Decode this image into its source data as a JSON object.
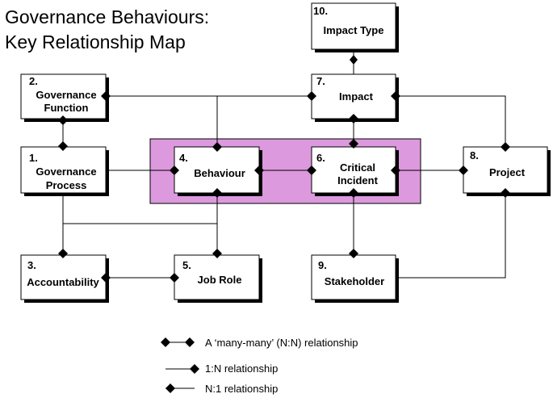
{
  "title": {
    "line1": "Governance Behaviours:",
    "line2": "Key Relationship Map"
  },
  "entities": {
    "gov_function": {
      "num": "2.",
      "line1": "Governance",
      "line2": "Function"
    },
    "gov_process": {
      "num": "1.",
      "line1": "Governance",
      "line2": "Process"
    },
    "accountability": {
      "num": "3.",
      "label": "Accountability"
    },
    "behaviour": {
      "num": "4.",
      "label": "Behaviour"
    },
    "job_role": {
      "num": "5.",
      "label": "Job Role"
    },
    "critical_incident": {
      "num": "6.",
      "line1": "Critical",
      "line2": "Incident"
    },
    "impact": {
      "num": "7.",
      "label": "Impact"
    },
    "project": {
      "num": "8.",
      "label": "Project"
    },
    "stakeholder": {
      "num": "9.",
      "label": "Stakeholder"
    },
    "impact_type": {
      "num": "10.",
      "label": "Impact Type"
    }
  },
  "legend": {
    "many_many": "A ‘many-many’ (N:N) relationship",
    "one_n": "1:N relationship",
    "n_one": "N:1 relationship"
  },
  "colors": {
    "highlight_fill": "#dd99dd",
    "line": "#000000",
    "box_shadow": "#000000"
  }
}
